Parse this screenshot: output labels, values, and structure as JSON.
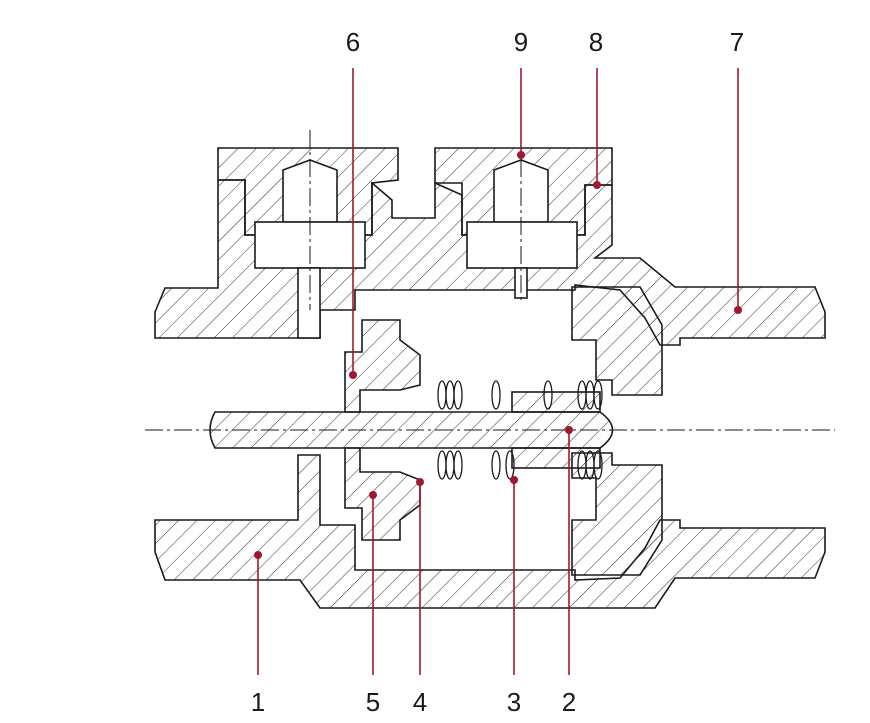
{
  "colors": {
    "outline": "#1a1a1a",
    "hatch": "#333333",
    "leader": "#a01830",
    "dot": "#a01830",
    "background": "#ffffff"
  },
  "callouts": [
    {
      "id": "1",
      "label": "1"
    },
    {
      "id": "2",
      "label": "2"
    },
    {
      "id": "3",
      "label": "3"
    },
    {
      "id": "4",
      "label": "4"
    },
    {
      "id": "5",
      "label": "5"
    },
    {
      "id": "6",
      "label": "6"
    },
    {
      "id": "7",
      "label": "7"
    },
    {
      "id": "8",
      "label": "8"
    },
    {
      "id": "9",
      "label": "9"
    }
  ]
}
